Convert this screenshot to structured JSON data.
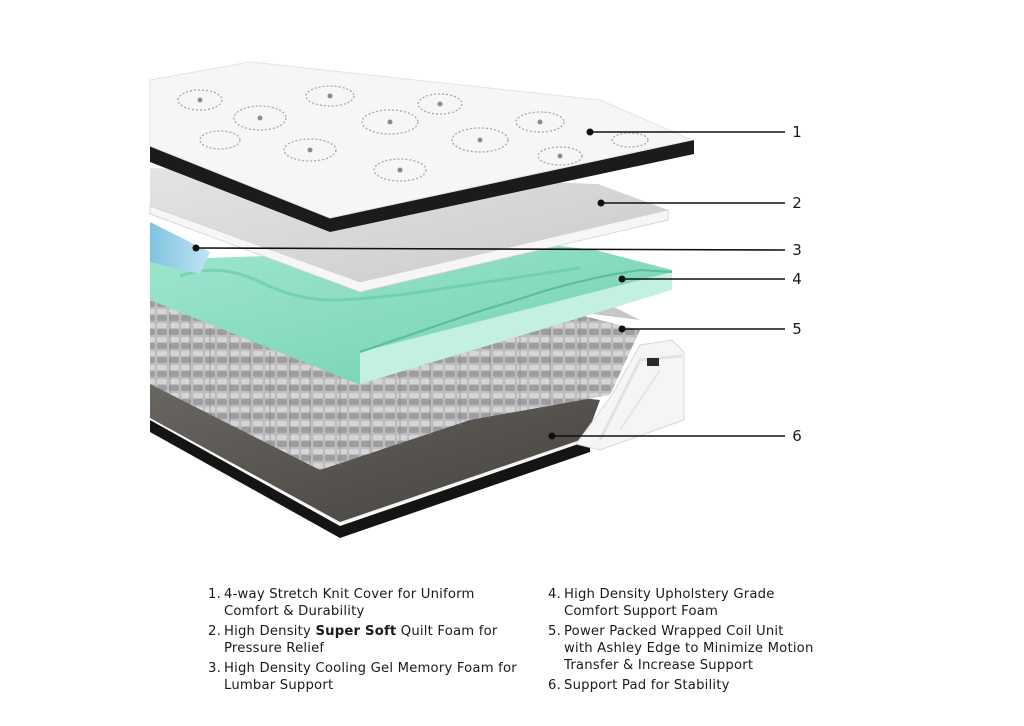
{
  "callouts": [
    "1",
    "2",
    "3",
    "4",
    "5",
    "6"
  ],
  "features": [
    {
      "num": "1.",
      "text_before": "4-way Stretch Knit Cover for Uniform Comfort & Durability",
      "bold": "",
      "text_after": ""
    },
    {
      "num": "2.",
      "text_before": "High Density ",
      "bold": "Super Soft",
      "text_after": " Quilt Foam for Pressure Relief"
    },
    {
      "num": "3.",
      "text_before": "High Density Cooling Gel Memory Foam for Lumbar Support",
      "bold": "",
      "text_after": ""
    },
    {
      "num": "4.",
      "text_before": "High Density Upholstery Grade Comfort Support Foam",
      "bold": "",
      "text_after": ""
    },
    {
      "num": "5.",
      "text_before": "Power Packed Wrapped Coil Unit with Ashley Edge to Minimize Motion Transfer & Increase Support",
      "bold": "",
      "text_after": ""
    },
    {
      "num": "6.",
      "text_before": "Support Pad for Stability",
      "bold": "",
      "text_after": ""
    }
  ],
  "colors": {
    "cover_top": "#f4f4f4",
    "cover_edge": "#1b1b1b",
    "quilt_foam": "#d6d6d6",
    "gel_foam": "#9fd3ea",
    "support_foam": "#8fdcc4",
    "coils": "#a9a9ab",
    "support_pad": "#5b5753"
  }
}
